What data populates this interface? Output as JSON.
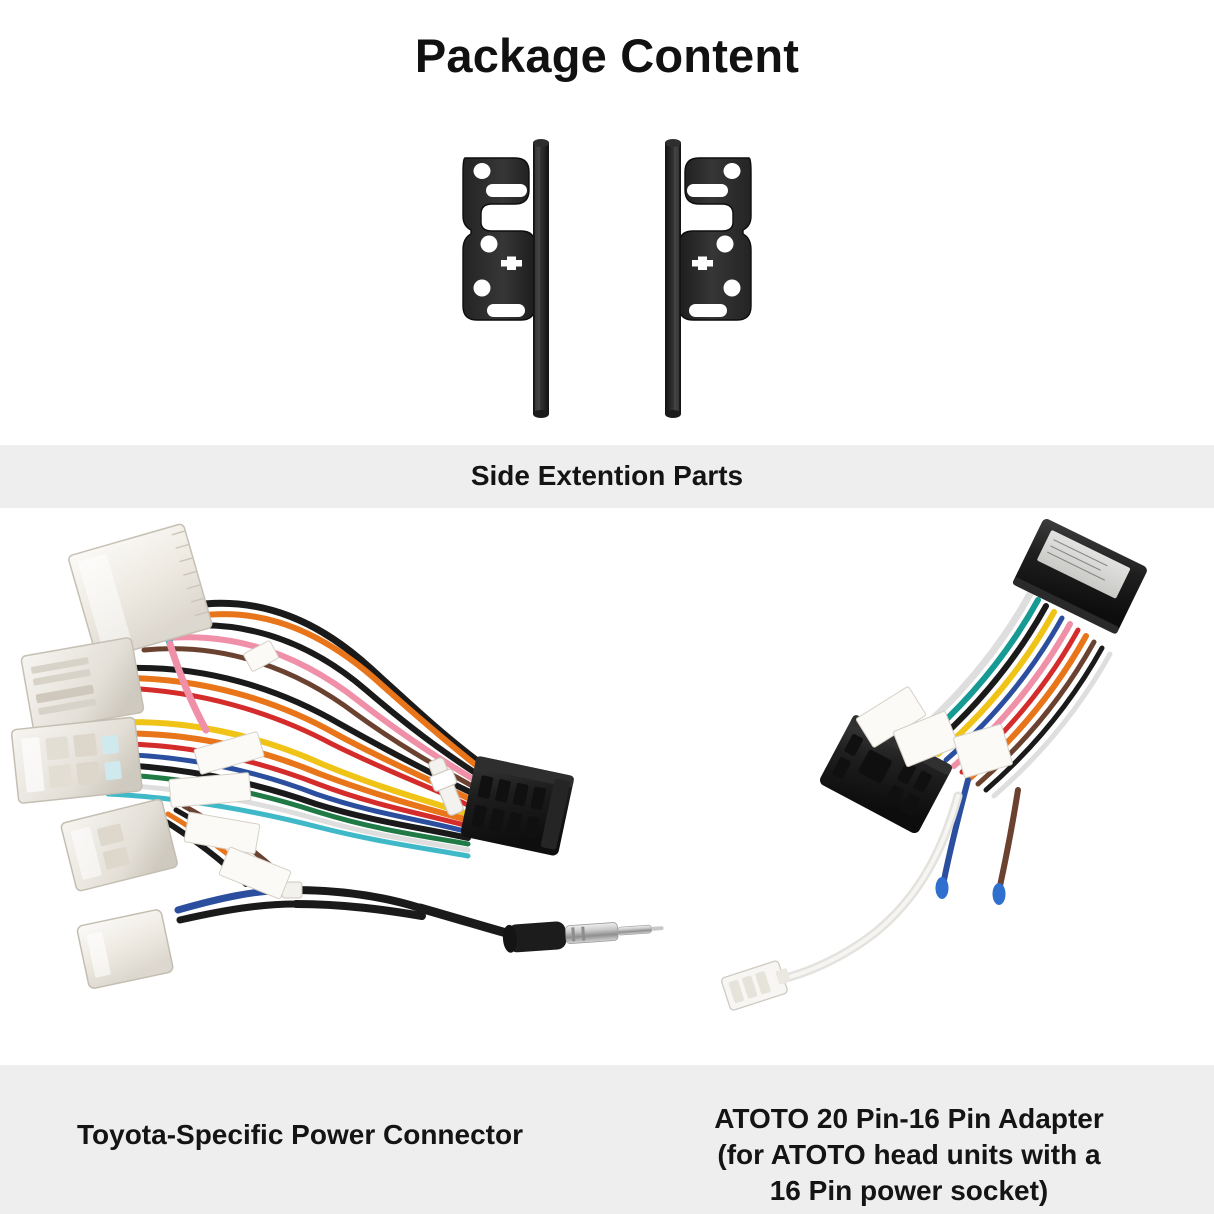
{
  "header": {
    "title": "Package Content"
  },
  "sections": [
    {
      "id": "side-extension",
      "caption": "Side Extention Parts",
      "item_name": "side-extension-brackets"
    },
    {
      "id": "connectors",
      "captions": [
        {
          "id": "toyota-connector",
          "lines": [
            "Toyota-Specific Power Connector"
          ]
        },
        {
          "id": "atoto-adapter",
          "lines": [
            "ATOTO 20 Pin-16 Pin Adapter",
            "(for ATOTO head units with a",
            "16 Pin power socket)"
          ]
        }
      ]
    }
  ],
  "captions": {
    "side_extension": "Side Extention Parts",
    "toyota_connector": "Toyota-Specific Power Connector",
    "atoto_line1": "ATOTO 20 Pin-16 Pin Adapter",
    "atoto_line2": "(for ATOTO head units with a",
    "atoto_line3": "16 Pin power socket)"
  },
  "colors": {
    "page_background": "#ffffff",
    "band_background": "#eeeeee",
    "text": "#141414",
    "bracket_metal": "#2b2b2b",
    "bracket_edge": "#141414",
    "connector_white": "#f2f0ec",
    "connector_black": "#1e1e1e",
    "wire_orange": "#e8751a",
    "wire_pink": "#ef8fa8",
    "wire_yellow": "#f0c417",
    "wire_red": "#d42b2b",
    "wire_blue": "#2b4f9e",
    "wire_cyan": "#3fb8c8",
    "wire_green": "#1f7a46",
    "wire_teal": "#159b93",
    "wire_brown": "#6b4230",
    "wire_black": "#1a1a1a",
    "wire_white": "#dedede",
    "antenna_chrome": "#b9b9b9"
  }
}
